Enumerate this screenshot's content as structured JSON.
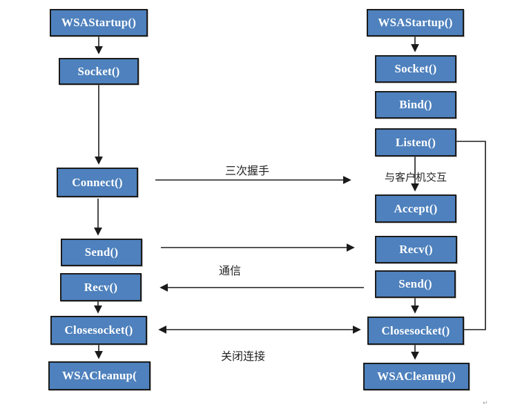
{
  "diagram": {
    "left_column": {
      "role": "client-flow",
      "boxes": [
        {
          "label": "WSAStartup()"
        },
        {
          "label": "Socket()"
        },
        {
          "label": "Connect()"
        },
        {
          "label": "Send()"
        },
        {
          "label": "Recv()"
        },
        {
          "label": "Closesocket()"
        },
        {
          "label": "WSACleanup("
        }
      ]
    },
    "right_column": {
      "role": "server-flow",
      "boxes": [
        {
          "label": "WSAStartup()"
        },
        {
          "label": "Socket()"
        },
        {
          "label": "Bind()"
        },
        {
          "label": "Listen()"
        },
        {
          "label": "Accept()"
        },
        {
          "label": "Recv()"
        },
        {
          "label": "Send()"
        },
        {
          "label": "Closesocket()"
        },
        {
          "label": "WSACleanup()"
        }
      ]
    },
    "connector_labels": {
      "handshake": "三次握手",
      "interact": "与客户机交互",
      "communication": "通信",
      "close": "关闭连接"
    },
    "artifact_mark": "↵"
  },
  "colors": {
    "box_fill": "#4E81BD",
    "box_border": "#1A1A1A",
    "box_text": "#FFFFFF",
    "arrow": "#1A1A1A",
    "label_text": "#222222"
  }
}
